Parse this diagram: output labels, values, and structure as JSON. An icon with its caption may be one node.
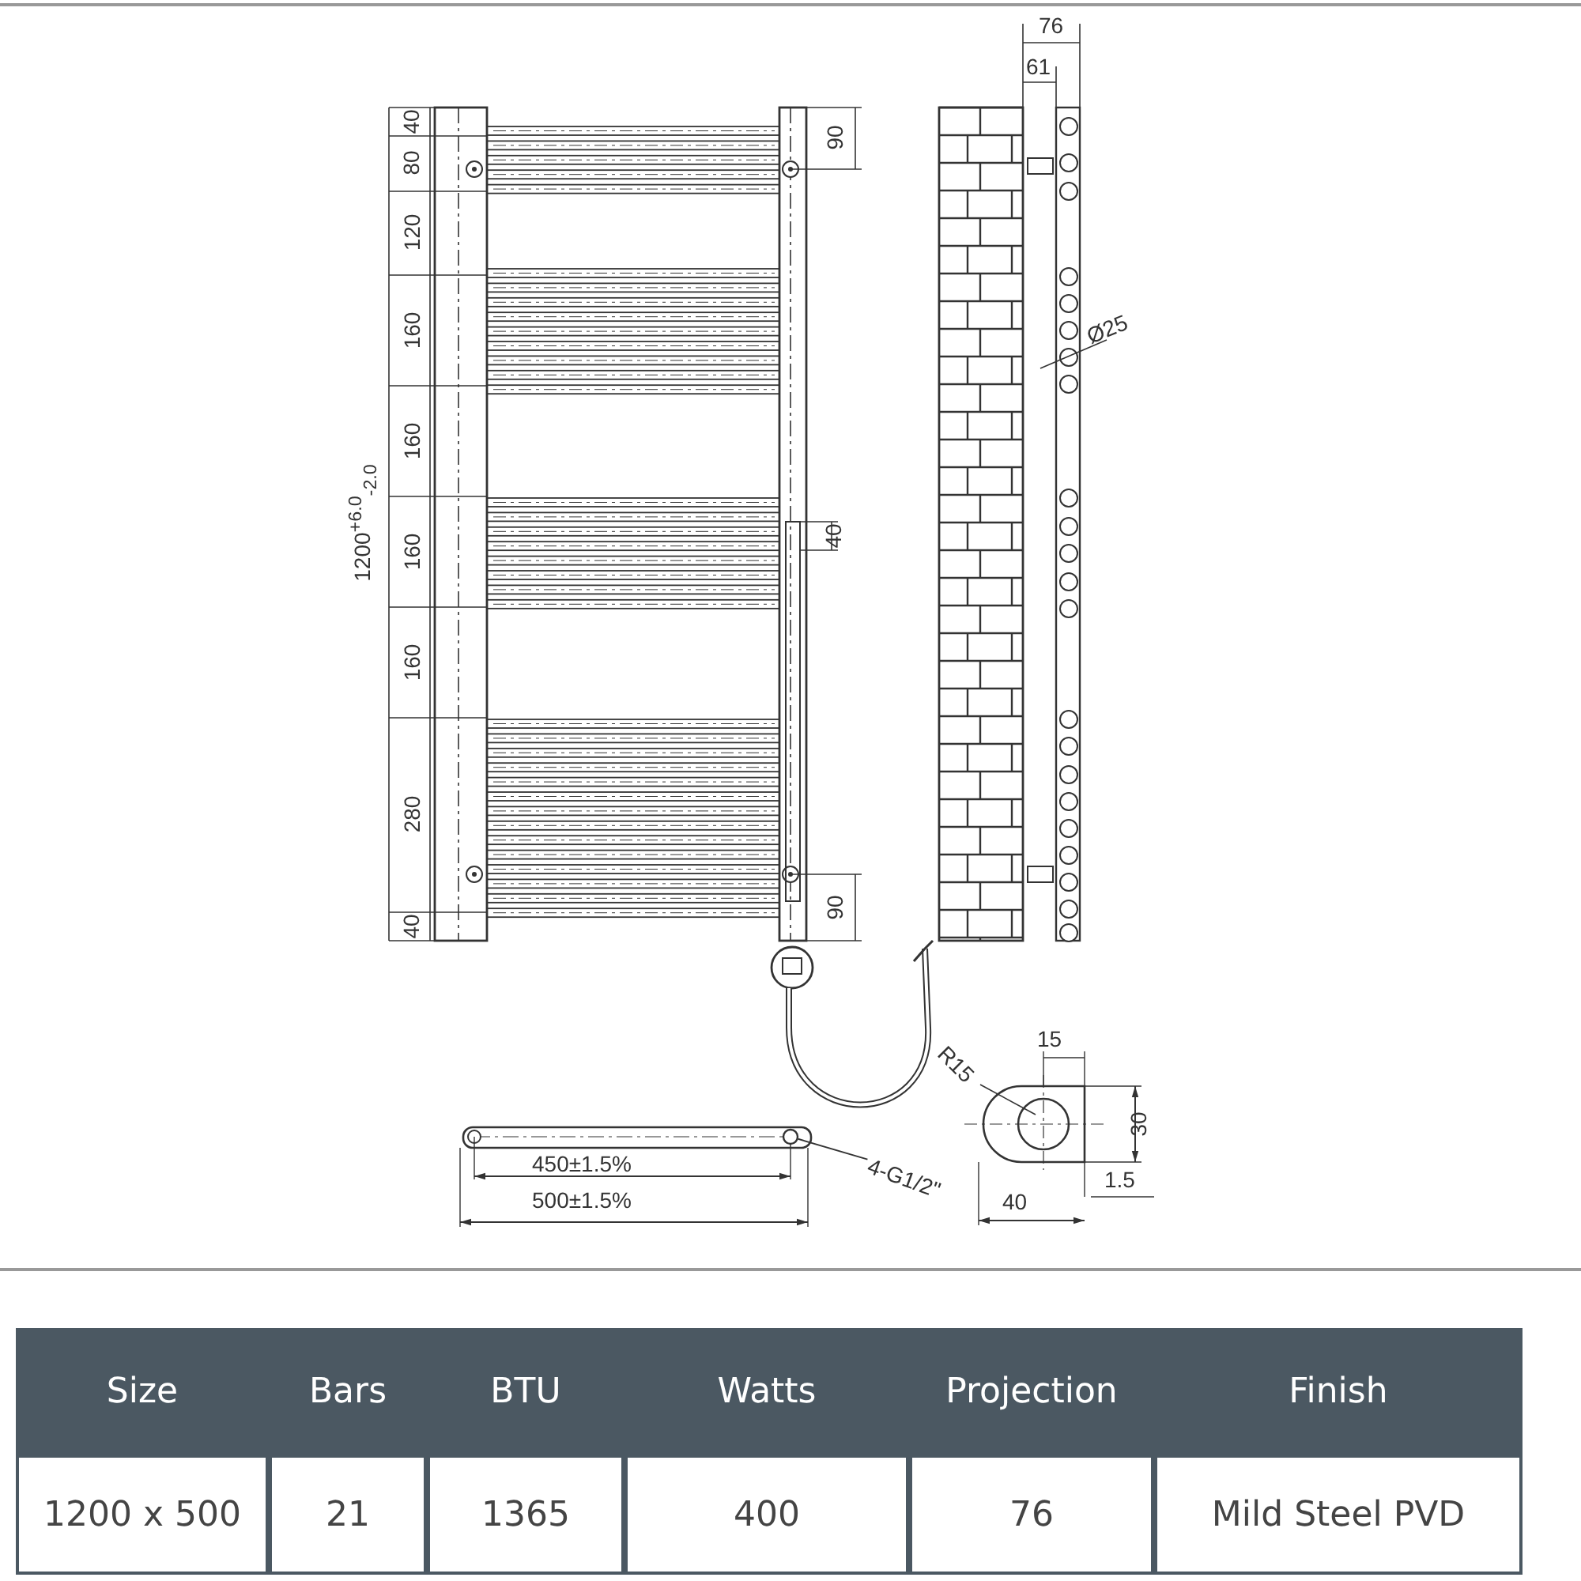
{
  "diagram": {
    "nodes": [
      {
        "text": [
          "4-G1/2\""
        ]
      },
      {
        "text": [],
        "shape": "circle"
      }
    ],
    "edges": [
      {
        "from": 0,
        "to": 1,
        "arrow": "none"
      }
    ],
    "labels": [
      "1200$^{+6.0}$$_{-2.0}$",
      "40",
      "80",
      "120",
      "160",
      "160",
      "160",
      "160",
      "280",
      "40",
      "90",
      "40",
      "90",
      "76",
      "61",
      "Ø25",
      "R15",
      "15",
      "30",
      "1.5",
      "40",
      "450±1.5%",
      "500±1.5%",
      "Size",
      "Bars",
      "BTU",
      "Watts",
      "Projection",
      "Finish",
      "1200 x 500",
      "21",
      "1365",
      "400",
      "76",
      "Mild Steel PVD"
    ]
  }
}
